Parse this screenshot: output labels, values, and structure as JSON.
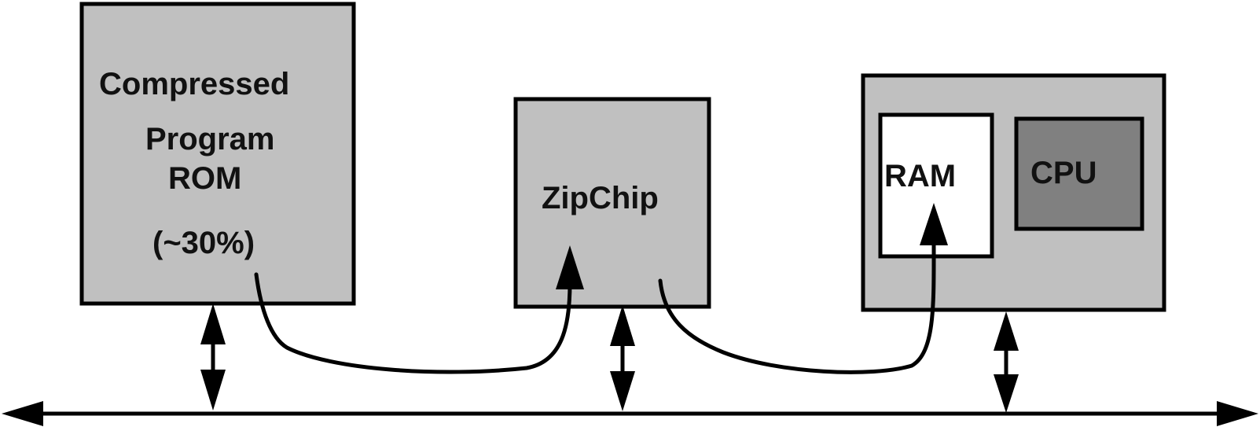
{
  "rom": {
    "line1": "Compressed",
    "line2": "Program",
    "line3": "ROM",
    "line4": "(~30%)"
  },
  "zipchip": {
    "label": "ZipChip"
  },
  "system": {
    "ram_label": "RAM",
    "cpu_label": "CPU"
  },
  "colors": {
    "box_fill": "#c0c0c0",
    "ram_fill": "#ffffff",
    "cpu_fill": "#808080",
    "line": "#000000"
  }
}
